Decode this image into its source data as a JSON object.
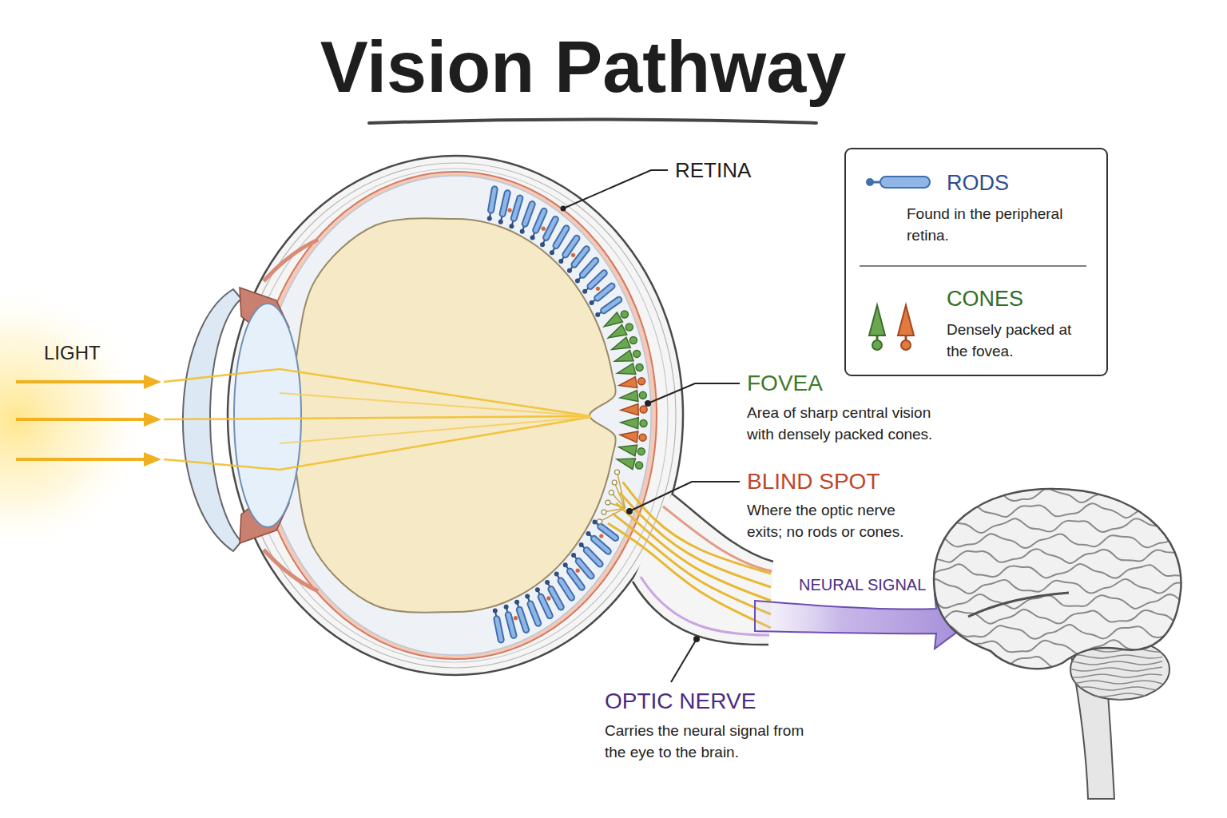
{
  "diagram": {
    "title": "Vision Pathway",
    "labels": [
      "LIGHT",
      "RETINA",
      "FOVEA",
      "Area of sharp central vision with densely packed cones.",
      "BLIND SPOT",
      "Where the optic nerve exits; no rods or cones.",
      "OPTIC NERVE",
      "Carries the neural signal from the eye to the brain.",
      "NEURAL SIGNAL",
      "Found in the peripheral retina.",
      "Densely packed at the fovea."
    ],
    "legend": [
      {
        "text": "RODS"
      },
      {
        "text": "CONES"
      }
    ]
  }
}
